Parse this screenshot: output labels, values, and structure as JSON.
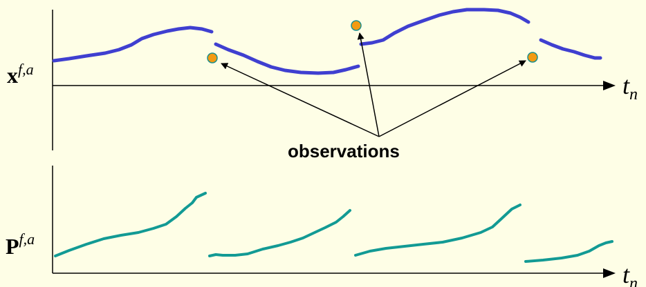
{
  "labels": {
    "state_main": "x",
    "state_sup": "f,a",
    "cov_main": "P",
    "cov_sup": "f,a",
    "time_axis_top": "t",
    "time_axis_top_sub": "n",
    "time_axis_bottom": "t",
    "time_axis_bottom_sub": "n",
    "observations": "observations"
  },
  "colors": {
    "background": "#fefee6",
    "state_curve": "#3f3fd0",
    "cov_curve": "#129a94",
    "obs_fill": "#f39a12",
    "obs_stroke": "#1c8f8c",
    "axis": "#000000"
  }
}
